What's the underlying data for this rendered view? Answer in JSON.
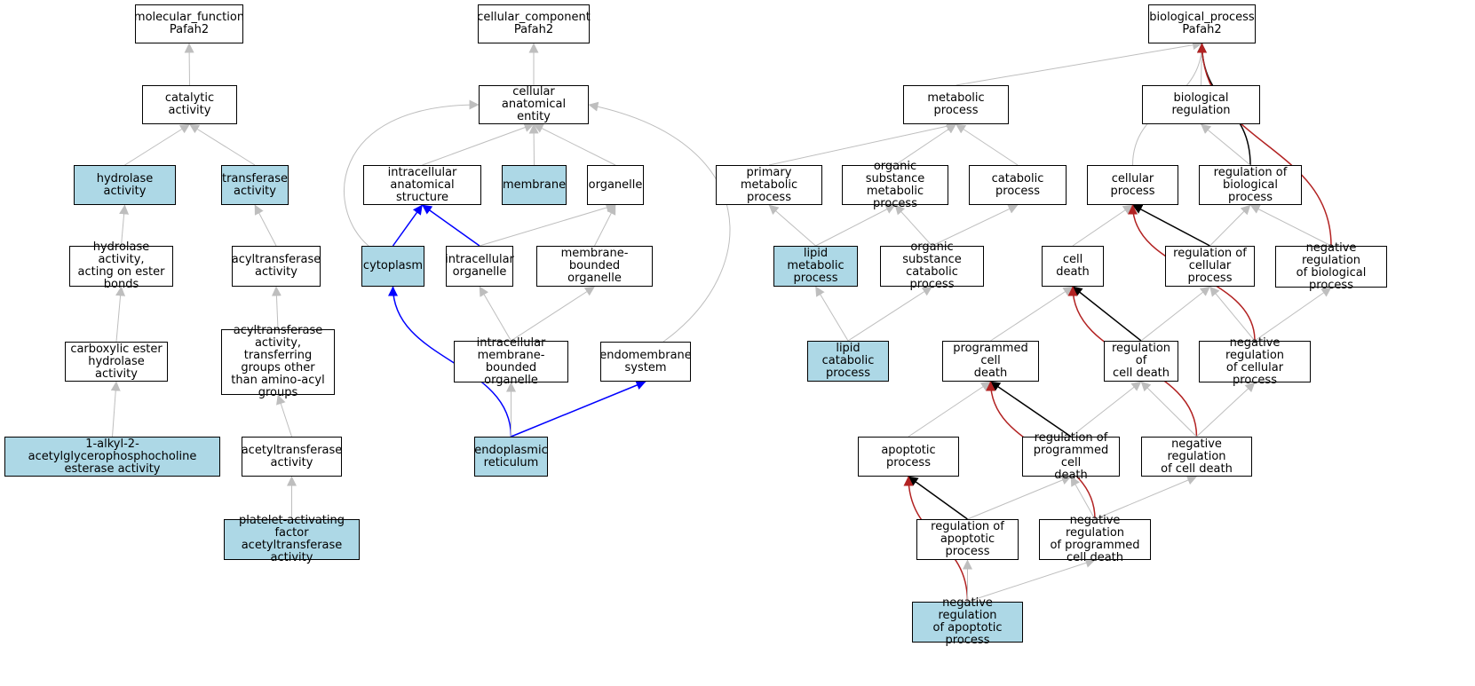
{
  "colors": {
    "highlight": "#add8e6",
    "edge_default": "#bebebe",
    "edge_blue": "#0000ff",
    "edge_black": "#000000",
    "edge_red": "#b22222"
  },
  "nodes": {
    "mf_root": {
      "label": "molecular_function\nPafah2",
      "highlight": false
    },
    "catalytic": {
      "label": "catalytic activity",
      "highlight": false
    },
    "hydrolase": {
      "label": "hydrolase activity",
      "highlight": true
    },
    "transferase": {
      "label": "transferase\nactivity",
      "highlight": true
    },
    "hydrolase_ester": {
      "label": "hydrolase activity,\nacting on ester\nbonds",
      "highlight": false
    },
    "acyltransferase": {
      "label": "acyltransferase\nactivity",
      "highlight": false
    },
    "carboxylic": {
      "label": "carboxylic ester\nhydrolase activity",
      "highlight": false
    },
    "acyl_other": {
      "label": "acyltransferase\nactivity, transferring\ngroups other\nthan amino-acyl\ngroups",
      "highlight": false
    },
    "alkyl": {
      "label": "1-alkyl-2-acetylglycerophosphocholine\nesterase activity",
      "highlight": true
    },
    "acetyltransferase": {
      "label": "acetyltransferase\nactivity",
      "highlight": false
    },
    "paf": {
      "label": "platelet-activating\nfactor acetyltransferase\nactivity",
      "highlight": true
    },
    "cc_root": {
      "label": "cellular_component\nPafah2",
      "highlight": false
    },
    "cae": {
      "label": "cellular anatomical\nentity",
      "highlight": false
    },
    "ias": {
      "label": "intracellular\nanatomical structure",
      "highlight": false
    },
    "membrane": {
      "label": "membrane",
      "highlight": true
    },
    "organelle": {
      "label": "organelle",
      "highlight": false
    },
    "cytoplasm": {
      "label": "cytoplasm",
      "highlight": true
    },
    "intra_org": {
      "label": "intracellular\norganelle",
      "highlight": false
    },
    "mbo": {
      "label": "membrane-bounded\norganelle",
      "highlight": false
    },
    "imbo": {
      "label": "intracellular\nmembrane-bounded\norganelle",
      "highlight": false
    },
    "endomem": {
      "label": "endomembrane\nsystem",
      "highlight": false
    },
    "er": {
      "label": "endoplasmic\nreticulum",
      "highlight": true
    },
    "bp_root": {
      "label": "biological_process\nPafah2",
      "highlight": false
    },
    "metabolic": {
      "label": "metabolic process",
      "highlight": false
    },
    "bioreg": {
      "label": "biological regulation",
      "highlight": false
    },
    "primary_met": {
      "label": "primary metabolic\nprocess",
      "highlight": false
    },
    "org_sub_met": {
      "label": "organic substance\nmetabolic process",
      "highlight": false
    },
    "catabolic": {
      "label": "catabolic process",
      "highlight": false
    },
    "cellular_proc": {
      "label": "cellular process",
      "highlight": false
    },
    "reg_bio": {
      "label": "regulation of\nbiological process",
      "highlight": false
    },
    "lipid_met": {
      "label": "lipid metabolic\nprocess",
      "highlight": true
    },
    "org_sub_cat": {
      "label": "organic substance\ncatabolic process",
      "highlight": false
    },
    "cell_death": {
      "label": "cell death",
      "highlight": false
    },
    "reg_cell": {
      "label": "regulation of\ncellular process",
      "highlight": false
    },
    "neg_reg_bio": {
      "label": "negative regulation\nof biological\nprocess",
      "highlight": false
    },
    "lipid_cat": {
      "label": "lipid catabolic\nprocess",
      "highlight": true
    },
    "pcd": {
      "label": "programmed cell\ndeath",
      "highlight": false
    },
    "reg_cd": {
      "label": "regulation of\ncell death",
      "highlight": false
    },
    "neg_reg_cell": {
      "label": "negative regulation\nof cellular\nprocess",
      "highlight": false
    },
    "apoptotic": {
      "label": "apoptotic process",
      "highlight": false
    },
    "reg_pcd": {
      "label": "regulation of\nprogrammed cell\ndeath",
      "highlight": false
    },
    "neg_reg_cd": {
      "label": "negative regulation\nof cell death",
      "highlight": false
    },
    "reg_apo": {
      "label": "regulation of\napoptotic process",
      "highlight": false
    },
    "neg_reg_pcd": {
      "label": "negative regulation\nof programmed\ncell death",
      "highlight": false
    },
    "neg_reg_apo": {
      "label": "negative regulation\nof apoptotic\nprocess",
      "highlight": true
    }
  },
  "edges": [
    {
      "from": "catalytic",
      "to": "mf_root",
      "kind": "default"
    },
    {
      "from": "hydrolase",
      "to": "catalytic",
      "kind": "default"
    },
    {
      "from": "transferase",
      "to": "catalytic",
      "kind": "default"
    },
    {
      "from": "hydrolase_ester",
      "to": "hydrolase",
      "kind": "default"
    },
    {
      "from": "acyltransferase",
      "to": "transferase",
      "kind": "default"
    },
    {
      "from": "carboxylic",
      "to": "hydrolase_ester",
      "kind": "default"
    },
    {
      "from": "acyl_other",
      "to": "acyltransferase",
      "kind": "default"
    },
    {
      "from": "alkyl",
      "to": "carboxylic",
      "kind": "default"
    },
    {
      "from": "acetyltransferase",
      "to": "acyl_other",
      "kind": "default"
    },
    {
      "from": "paf",
      "to": "acetyltransferase",
      "kind": "default"
    },
    {
      "from": "cae",
      "to": "cc_root",
      "kind": "default"
    },
    {
      "from": "ias",
      "to": "cae",
      "kind": "default"
    },
    {
      "from": "membrane",
      "to": "cae",
      "kind": "default"
    },
    {
      "from": "organelle",
      "to": "cae",
      "kind": "default"
    },
    {
      "from": "cytoplasm",
      "to": "cae",
      "kind": "default",
      "route": "left"
    },
    {
      "from": "endomem",
      "to": "cae",
      "kind": "default",
      "route": "right"
    },
    {
      "from": "cytoplasm",
      "to": "ias",
      "kind": "blue"
    },
    {
      "from": "intra_org",
      "to": "ias",
      "kind": "blue"
    },
    {
      "from": "intra_org",
      "to": "organelle",
      "kind": "default"
    },
    {
      "from": "mbo",
      "to": "organelle",
      "kind": "default"
    },
    {
      "from": "imbo",
      "to": "intra_org",
      "kind": "default"
    },
    {
      "from": "imbo",
      "to": "mbo",
      "kind": "default"
    },
    {
      "from": "er",
      "to": "cytoplasm",
      "kind": "blue",
      "route": "curve"
    },
    {
      "from": "er",
      "to": "imbo",
      "kind": "default"
    },
    {
      "from": "er",
      "to": "endomem",
      "kind": "blue"
    },
    {
      "from": "metabolic",
      "to": "bp_root",
      "kind": "default"
    },
    {
      "from": "bioreg",
      "to": "bp_root",
      "kind": "default"
    },
    {
      "from": "cellular_proc",
      "to": "bp_root",
      "kind": "default",
      "route": "curve"
    },
    {
      "from": "reg_bio",
      "to": "bp_root",
      "kind": "black",
      "route": "curve"
    },
    {
      "from": "neg_reg_bio",
      "to": "bp_root",
      "kind": "red",
      "route": "curve"
    },
    {
      "from": "primary_met",
      "to": "metabolic",
      "kind": "default"
    },
    {
      "from": "org_sub_met",
      "to": "metabolic",
      "kind": "default"
    },
    {
      "from": "catabolic",
      "to": "metabolic",
      "kind": "default"
    },
    {
      "from": "reg_bio",
      "to": "bioreg",
      "kind": "default"
    },
    {
      "from": "lipid_met",
      "to": "primary_met",
      "kind": "default"
    },
    {
      "from": "lipid_met",
      "to": "org_sub_met",
      "kind": "default"
    },
    {
      "from": "org_sub_cat",
      "to": "org_sub_met",
      "kind": "default"
    },
    {
      "from": "org_sub_cat",
      "to": "catabolic",
      "kind": "default"
    },
    {
      "from": "lipid_cat",
      "to": "lipid_met",
      "kind": "default"
    },
    {
      "from": "lipid_cat",
      "to": "org_sub_cat",
      "kind": "default"
    },
    {
      "from": "cell_death",
      "to": "cellular_proc",
      "kind": "default"
    },
    {
      "from": "reg_cell",
      "to": "cellular_proc",
      "kind": "black"
    },
    {
      "from": "reg_cell",
      "to": "reg_bio",
      "kind": "default"
    },
    {
      "from": "neg_reg_bio",
      "to": "reg_bio",
      "kind": "default"
    },
    {
      "from": "neg_reg_cell",
      "to": "cellular_proc",
      "kind": "red",
      "route": "curve"
    },
    {
      "from": "neg_reg_cell",
      "to": "reg_cell",
      "kind": "default"
    },
    {
      "from": "neg_reg_cell",
      "to": "neg_reg_bio",
      "kind": "default"
    },
    {
      "from": "pcd",
      "to": "cell_death",
      "kind": "default"
    },
    {
      "from": "reg_cd",
      "to": "cell_death",
      "kind": "black"
    },
    {
      "from": "reg_cd",
      "to": "reg_cell",
      "kind": "default"
    },
    {
      "from": "neg_reg_cd",
      "to": "cell_death",
      "kind": "red",
      "route": "curve"
    },
    {
      "from": "neg_reg_cd",
      "to": "reg_cd",
      "kind": "default"
    },
    {
      "from": "neg_reg_cd",
      "to": "neg_reg_cell",
      "kind": "default"
    },
    {
      "from": "apoptotic",
      "to": "pcd",
      "kind": "default"
    },
    {
      "from": "reg_pcd",
      "to": "pcd",
      "kind": "black"
    },
    {
      "from": "reg_pcd",
      "to": "reg_cd",
      "kind": "default"
    },
    {
      "from": "neg_reg_pcd",
      "to": "pcd",
      "kind": "red",
      "route": "curve"
    },
    {
      "from": "neg_reg_pcd",
      "to": "reg_pcd",
      "kind": "default"
    },
    {
      "from": "neg_reg_pcd",
      "to": "neg_reg_cd",
      "kind": "default"
    },
    {
      "from": "reg_apo",
      "to": "apoptotic",
      "kind": "black"
    },
    {
      "from": "reg_apo",
      "to": "reg_pcd",
      "kind": "default"
    },
    {
      "from": "neg_reg_apo",
      "to": "apoptotic",
      "kind": "red",
      "route": "curve"
    },
    {
      "from": "neg_reg_apo",
      "to": "reg_apo",
      "kind": "default"
    },
    {
      "from": "neg_reg_apo",
      "to": "neg_reg_pcd",
      "kind": "default"
    }
  ]
}
